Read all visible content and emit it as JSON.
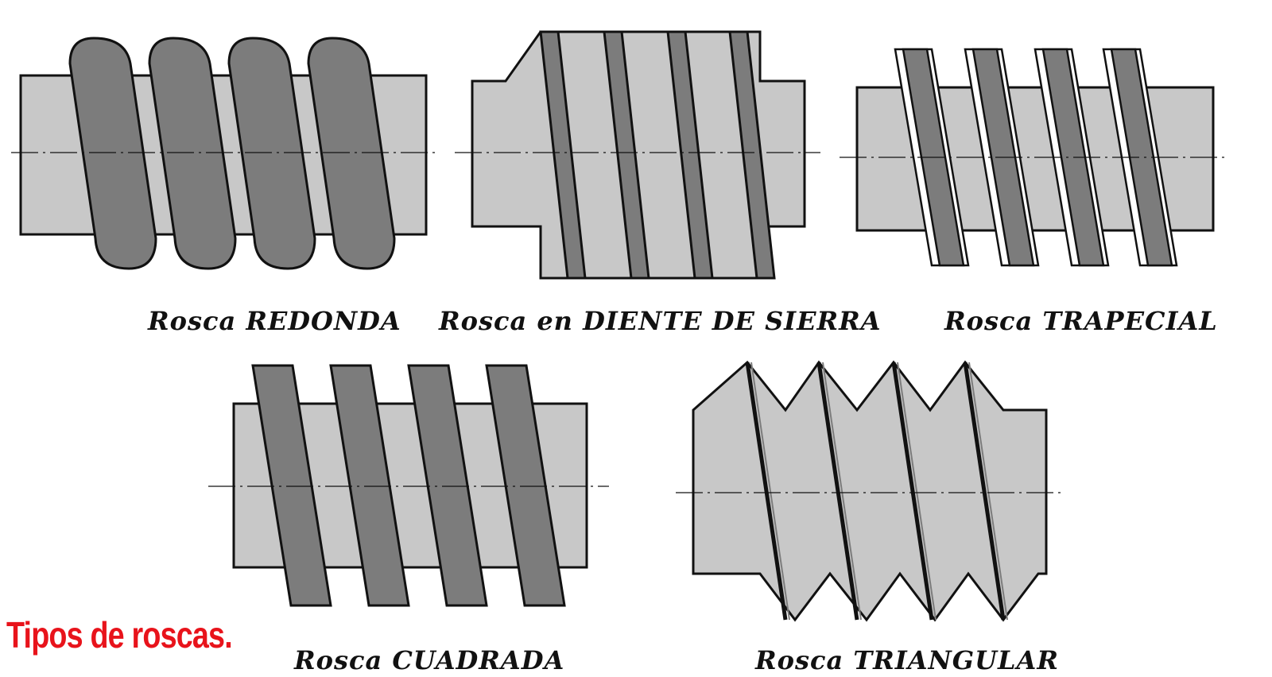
{
  "title": "Tipos de roscas.",
  "colors": {
    "body": "#c8c8c8",
    "thread": "#7c7c7c",
    "outline": "#111111",
    "title": "#e8131b"
  },
  "figures": [
    {
      "id": "redonda",
      "label": "Rosca REDONDA"
    },
    {
      "id": "sierra",
      "label": "Rosca en DIENTE DE SIERRA"
    },
    {
      "id": "trapecial",
      "label": "Rosca TRAPECIAL"
    },
    {
      "id": "cuadrada",
      "label": "Rosca CUADRADA"
    },
    {
      "id": "triangular",
      "label": "Rosca TRIANGULAR"
    }
  ]
}
